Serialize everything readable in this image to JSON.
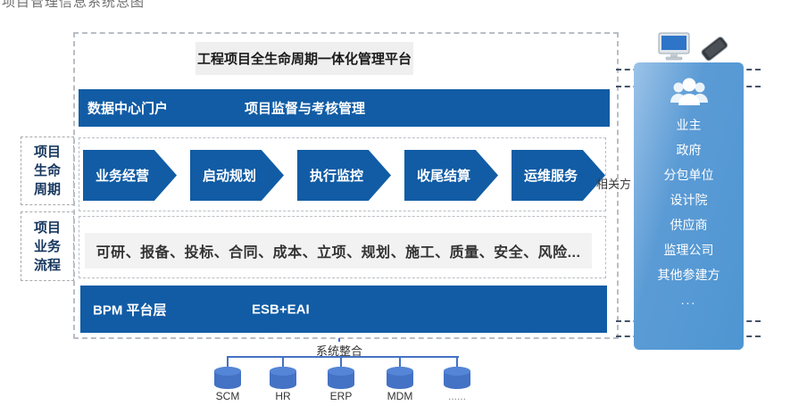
{
  "page": {
    "partial_top_title": "项目管理信息系统总图"
  },
  "platform": {
    "title": "工程项目全生命周期一体化管理平台",
    "portal_bar": {
      "left_label": "数据中心门户",
      "right_label": "项目监督与考核管理"
    },
    "lifecycle_stages": [
      "业务经营",
      "启动规划",
      "执行监控",
      "收尾结算",
      "运维服务"
    ],
    "business_process": "可研、报备、投标、合同、成本、立项、规划、施工、质量、安全、风险...",
    "bpm_bar": {
      "left_label": "BPM  平台层",
      "right_label": "ESB+EAI"
    }
  },
  "side_labels": {
    "lifecycle": [
      "项目",
      "生命",
      "周期"
    ],
    "business": [
      "项目",
      "业务",
      "流程"
    ]
  },
  "stakeholders": {
    "connector_label": "相关方",
    "items": [
      "业主",
      "政府",
      "分包单位",
      "设计院",
      "供应商",
      "监理公司",
      "其他参建方",
      "..."
    ]
  },
  "integration": {
    "label": "系统整合",
    "systems": [
      "SCM",
      "HR",
      "ERP",
      "MDM",
      "......"
    ]
  },
  "icons": {
    "devices": [
      "desktop-monitor",
      "smartphone"
    ],
    "stakeholder_icon": "people-group",
    "system_icon": "database-cylinder"
  },
  "colors": {
    "primary_dark_blue": "#115ca5",
    "panel_blue": "#5b9bd5",
    "cylinder_blue": "#4472c4",
    "strip_gray": "#f2f2f2",
    "dash_gray": "#b9bec4",
    "dash_navy": "#44546a"
  }
}
